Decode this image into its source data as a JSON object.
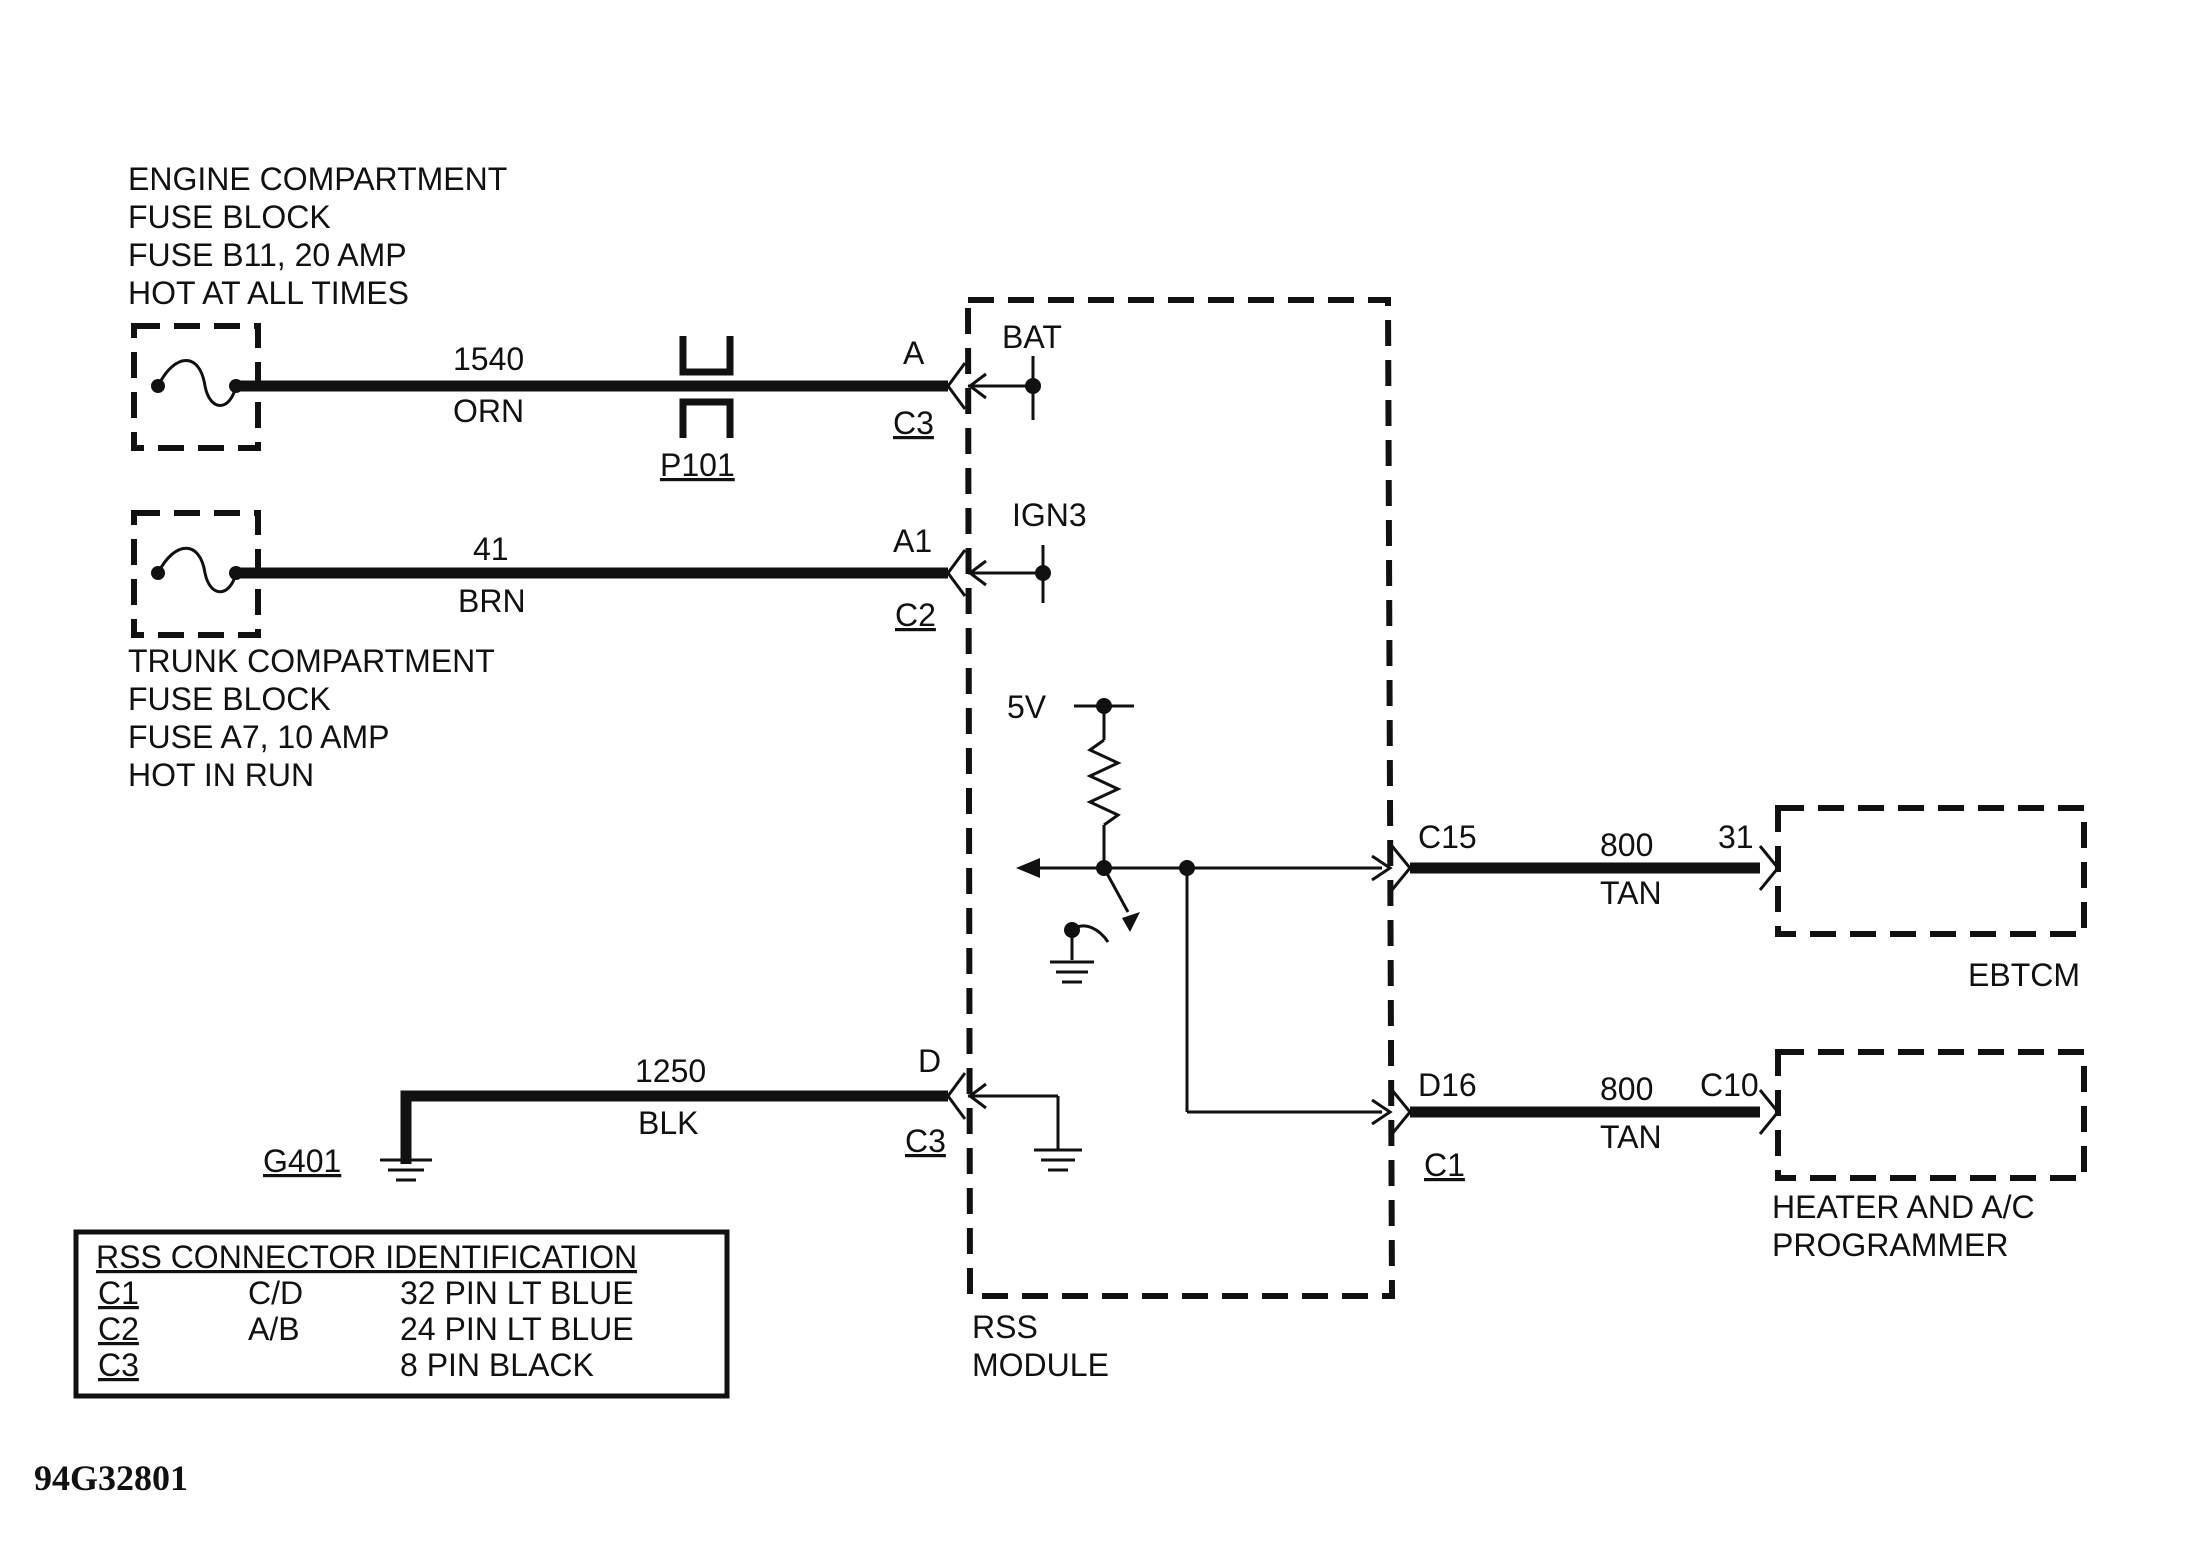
{
  "engine_fuse": {
    "lines": [
      "ENGINE COMPARTMENT",
      "FUSE BLOCK",
      "FUSE B11, 20 AMP",
      "HOT AT ALL TIMES"
    ]
  },
  "trunk_fuse": {
    "lines": [
      "TRUNK COMPARTMENT",
      "FUSE BLOCK",
      "FUSE A7, 10 AMP",
      "HOT IN RUN"
    ]
  },
  "wires": {
    "bat": {
      "circuit": "1540",
      "color": "ORN",
      "pin": "A",
      "connector": "C3",
      "inline_connector": "P101",
      "input": "BAT"
    },
    "ign": {
      "circuit": "41",
      "color": "BRN",
      "pin": "A1",
      "connector": "C2",
      "input": "IGN3"
    },
    "gnd": {
      "circuit": "1250",
      "color": "BLK",
      "pin": "D",
      "connector": "C3",
      "ground": "G401"
    },
    "ebtcm": {
      "circuit": "800",
      "color": "TAN",
      "pin": "C15",
      "remote_pin": "31"
    },
    "heater": {
      "circuit": "800",
      "color": "TAN",
      "pin": "D16",
      "connector": "C1",
      "remote_pin": "C10"
    }
  },
  "internal": {
    "supply_label": "5V"
  },
  "module": {
    "name_line1": "RSS",
    "name_line2": "MODULE"
  },
  "components": {
    "ebtcm": "EBTCM",
    "heater_line1": "HEATER AND A/C",
    "heater_line2": "PROGRAMMER"
  },
  "connector_table": {
    "title": "RSS CONNECTOR IDENTIFICATION",
    "rows": [
      {
        "id": "C1",
        "half": "C/D",
        "desc": "32 PIN LT BLUE"
      },
      {
        "id": "C2",
        "half": "A/B",
        "desc": "24 PIN LT BLUE"
      },
      {
        "id": "C3",
        "half": "",
        "desc": "8 PIN BLACK"
      }
    ]
  },
  "figure_id": "94G32801"
}
